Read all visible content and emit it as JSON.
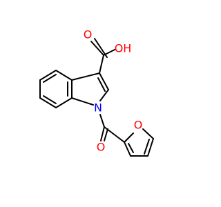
{
  "molecule": {
    "atoms": [
      {
        "id": "a1",
        "label": "O",
        "role": "carbonyl-oxygen-acid",
        "color": "#ff0000"
      },
      {
        "id": "a2",
        "label": "OH",
        "role": "hydroxyl",
        "color": "#ff0000"
      },
      {
        "id": "a3",
        "label": "N",
        "role": "indole-nitrogen",
        "color": "#0000ff"
      },
      {
        "id": "a4",
        "label": "O",
        "role": "carbonyl-oxygen-amide",
        "color": "#ff0000"
      },
      {
        "id": "a5",
        "label": "O",
        "role": "furan-oxygen",
        "color": "#ff0000"
      }
    ],
    "bond_color": "#000000"
  }
}
